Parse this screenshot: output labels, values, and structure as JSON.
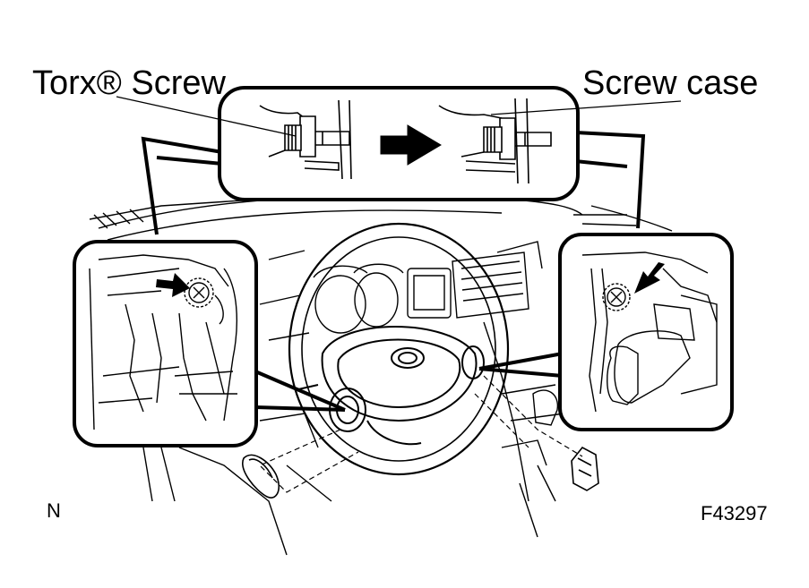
{
  "labels": {
    "torx_screw": "Torx® Screw",
    "screw_case": "Screw case",
    "corner_letter": "N",
    "figure_code": "F43297"
  },
  "colors": {
    "ink": "#000000",
    "paper": "#ffffff"
  },
  "icons": {
    "arrow": "right-arrow-icon",
    "screw": "torx-screw-icon",
    "case": "screw-case-icon"
  }
}
